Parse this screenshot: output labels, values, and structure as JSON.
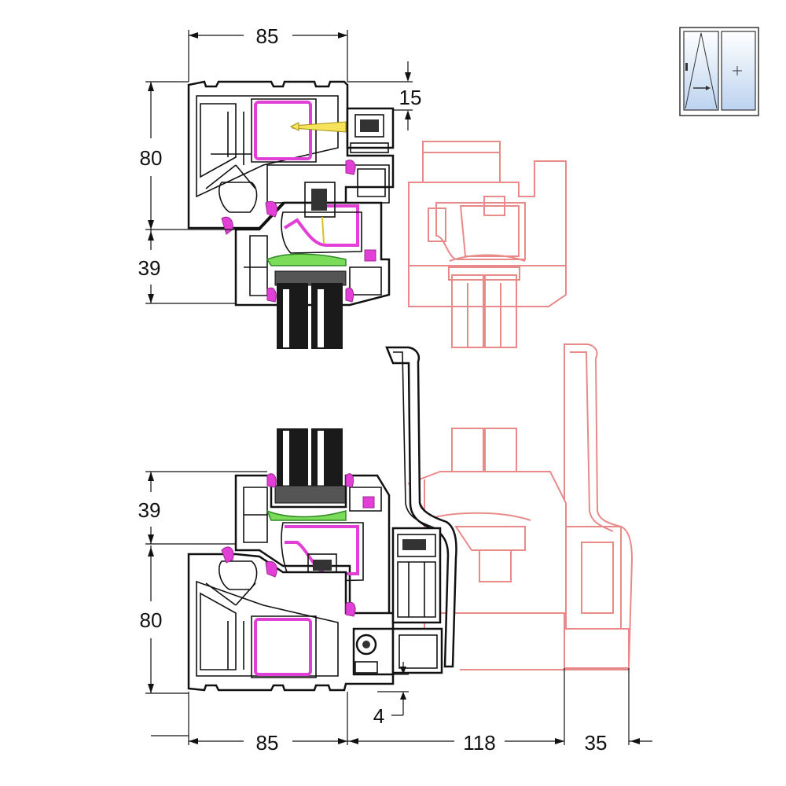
{
  "dimensions": {
    "top_frame_width": "85",
    "top_gap": "15",
    "top_frame_height": "80",
    "top_sash_height": "39",
    "bottom_sash_height": "39",
    "bottom_frame_height": "80",
    "bottom_gap": "4",
    "bottom_frame_width": "85",
    "cover_offset": "118",
    "cover_width": "35"
  },
  "icon": {
    "name": "tilt-turn-window-icon"
  },
  "colors": {
    "profile": "#111111",
    "ghost_profile": "#e88a8a",
    "steel_reinforcement": "#e23fd6",
    "seal": "#7bdc5a",
    "glass_tint": "#cfe0f5"
  }
}
